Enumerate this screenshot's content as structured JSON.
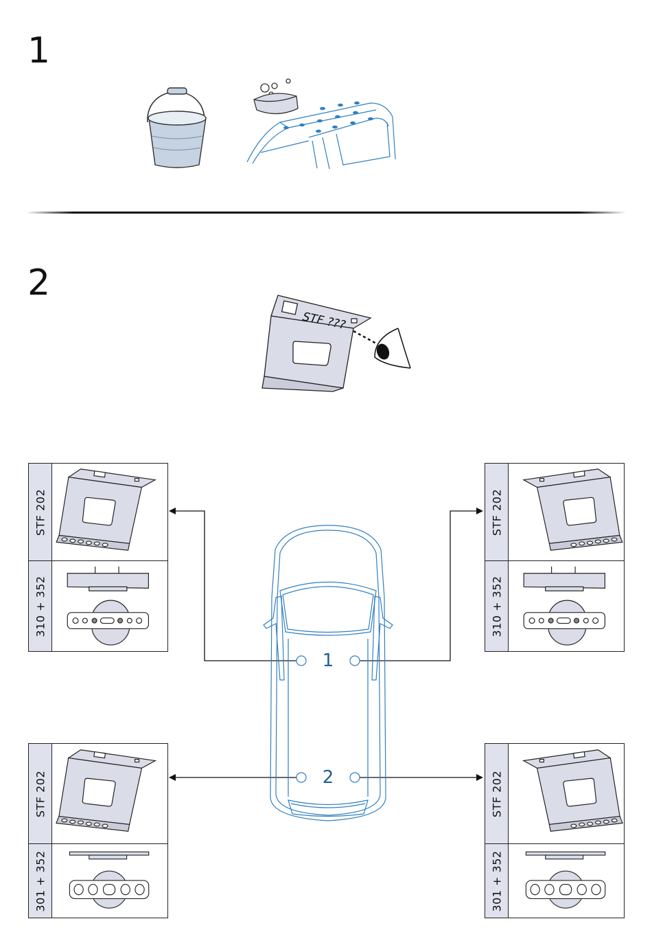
{
  "steps": [
    {
      "number": "1"
    },
    {
      "number": "2"
    }
  ],
  "inspection": {
    "label_text": "STF ???"
  },
  "positions": {
    "front": "1",
    "rear": "2"
  },
  "panels": {
    "front_left": {
      "top_label": "STF 202",
      "bottom_label": "310 + 352"
    },
    "front_right": {
      "top_label": "STF 202",
      "bottom_label": "310 + 352"
    },
    "rear_left": {
      "top_label": "STF 202",
      "bottom_label": "301 + 352"
    },
    "rear_right": {
      "top_label": "STF 202",
      "bottom_label": "301 + 352"
    }
  },
  "colors": {
    "line_blue": "#2f7fc1",
    "label_blue": "#1f5f99",
    "panel_side": "#dfe2ec",
    "part_fill": "#dadde8",
    "bucket_fill": "#c5d3e2"
  }
}
